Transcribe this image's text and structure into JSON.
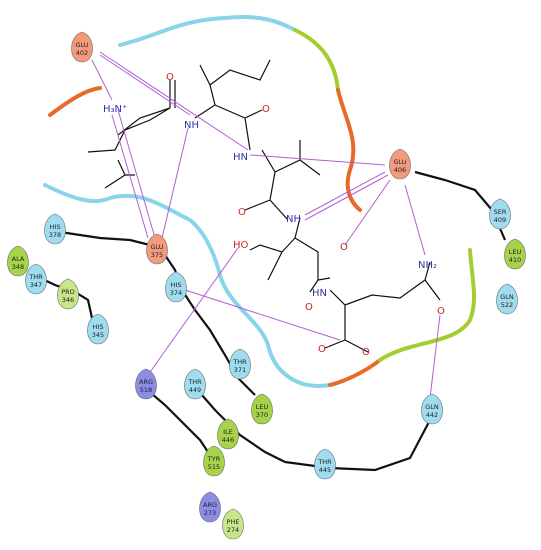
{
  "atoms": {
    "h3n": "H₃N⁺",
    "nh_1": "NH",
    "nh_2": "HN",
    "nh_3": "NH",
    "nh_4": "HN",
    "ho": "HO",
    "nh2": "NH₂",
    "o_1": "O",
    "o_2": "O",
    "o_3": "O",
    "o_4": "O",
    "o_5": "O",
    "o_6": "O⁻",
    "o_7": "O",
    "o_8": "O"
  },
  "residues": [
    {
      "id": "glu402",
      "name": "GLU",
      "num": "402",
      "color": "#f29a7c"
    },
    {
      "id": "glu406",
      "name": "GLU",
      "num": "406",
      "color": "#f29a7c"
    },
    {
      "id": "glu375",
      "name": "GLU",
      "num": "375",
      "color": "#f29a7c"
    },
    {
      "id": "ser409",
      "name": "SER",
      "num": "409",
      "color": "#9fdcef"
    },
    {
      "id": "leu410",
      "name": "LEU",
      "num": "410",
      "color": "#a6d34a"
    },
    {
      "id": "his378",
      "name": "HIS",
      "num": "378",
      "color": "#9fdcef"
    },
    {
      "id": "ala348",
      "name": "ALA",
      "num": "348",
      "color": "#a6d34a"
    },
    {
      "id": "thr347",
      "name": "THR",
      "num": "347",
      "color": "#9fdcef"
    },
    {
      "id": "pro346",
      "name": "PRO",
      "num": "346",
      "color": "#c7e68a"
    },
    {
      "id": "his345",
      "name": "HIS",
      "num": "345",
      "color": "#9fdcef"
    },
    {
      "id": "his374",
      "name": "HIS",
      "num": "374",
      "color": "#9fdcef"
    },
    {
      "id": "gln522",
      "name": "GLN",
      "num": "522",
      "color": "#9fdcef"
    },
    {
      "id": "thr371",
      "name": "THR",
      "num": "371",
      "color": "#9fdcef"
    },
    {
      "id": "leu370",
      "name": "LEU",
      "num": "370",
      "color": "#a6d34a"
    },
    {
      "id": "arg518",
      "name": "ARG",
      "num": "518",
      "color": "#8c8ce6"
    },
    {
      "id": "thr449",
      "name": "THR",
      "num": "449",
      "color": "#9fdcef"
    },
    {
      "id": "gln442",
      "name": "GLN",
      "num": "442",
      "color": "#9fdcef"
    },
    {
      "id": "ile446",
      "name": "ILE",
      "num": "446",
      "color": "#a6d34a"
    },
    {
      "id": "tyr515",
      "name": "TYR",
      "num": "515",
      "color": "#a6d34a"
    },
    {
      "id": "thr445",
      "name": "THR",
      "num": "445",
      "color": "#9fdcef"
    },
    {
      "id": "arg273",
      "name": "ARG",
      "num": "273",
      "color": "#8c8ce6"
    },
    {
      "id": "phe274",
      "name": "PHE",
      "num": "274",
      "color": "#c7e68a"
    }
  ]
}
